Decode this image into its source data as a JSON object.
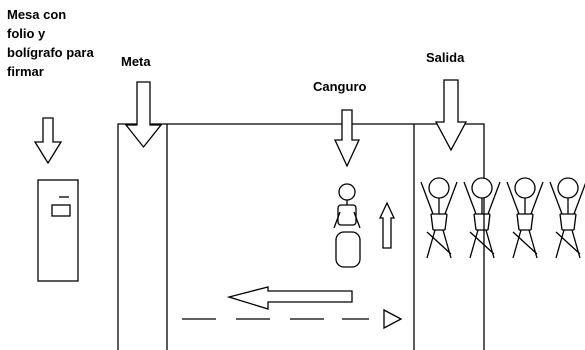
{
  "labels": {
    "mesa": "Mesa con folio y bolígrafo para firmar",
    "meta": "Meta",
    "canguro": "Canguro",
    "salida": "Salida"
  },
  "figures": {
    "queue_count": 4
  },
  "colors": {
    "stroke": "#000000",
    "background": "#ffffff"
  }
}
